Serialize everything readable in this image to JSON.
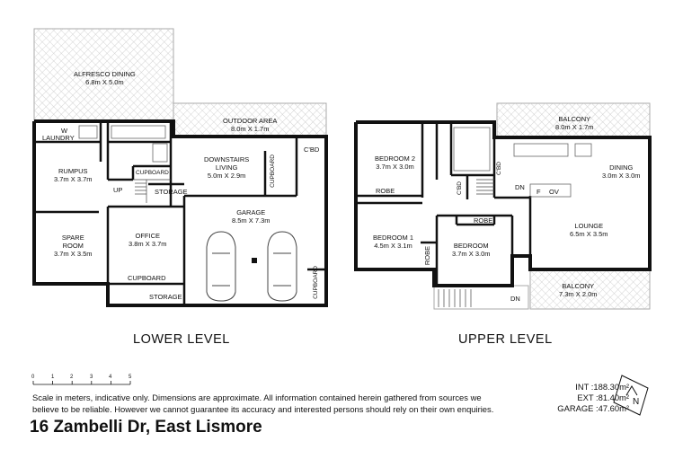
{
  "rooms": {
    "alfresco": {
      "name": "ALFRESCO DINING",
      "dim": "6.8m X 5.0m"
    },
    "outdoor": {
      "name": "OUTDOOR AREA",
      "dim": "8.0m X 1.7m"
    },
    "w": "W",
    "laundry": "LAUNDRY",
    "rumpus": {
      "name": "RUMPUS",
      "dim": "3.7m X 3.7m"
    },
    "cupboard_small": "CUPBOARD",
    "downstairs": {
      "name1": "DOWNSTAIRS",
      "name2": "LIVING",
      "dim": "5.0m X 2.9m"
    },
    "cupboard_vert": "CUPBOARD",
    "cbd_lower": "C'BD",
    "up": "UP",
    "storage_1": "STORAGE",
    "garage": {
      "name": "GARAGE",
      "dim": "8.5m X 7.3m"
    },
    "spare": {
      "name1": "SPARE",
      "name2": "ROOM",
      "dim": "3.7m X 3.5m"
    },
    "office": {
      "name": "OFFICE",
      "dim": "3.8m X 3.7m"
    },
    "cupboard_office": "CUPBOARD",
    "cupboard_garage": "CUPBOARD",
    "storage_2": "STORAGE",
    "bedroom2": {
      "name": "BEDROOM 2",
      "dim": "3.7m X 3.0m"
    },
    "robe_1": "ROBE",
    "cbd_upper_1": "C'BD",
    "cbd_upper_2": "C'BD",
    "dn_1": "DN",
    "balcony_top": {
      "name": "BALCONY",
      "dim": "8.0m X 1.7m"
    },
    "dining": {
      "name": "DINING",
      "dim": "3.0m X 3.0m"
    },
    "f": "F",
    "ov": "OV",
    "bedroom1": {
      "name": "BEDROOM 1",
      "dim": "4.5m X 3.1m"
    },
    "robe_2": "ROBE",
    "robe_3": "ROBE",
    "bedroom": {
      "name": "BEDROOM",
      "dim": "3.7m X 3.0m"
    },
    "lounge": {
      "name": "LOUNGE",
      "dim": "6.5m X 3.5m"
    },
    "balcony_bottom": {
      "name": "BALCONY",
      "dim": "7.3m X 2.0m"
    },
    "dn_2": "DN"
  },
  "levels": {
    "lower": "LOWER LEVEL",
    "upper": "UPPER LEVEL"
  },
  "scale": [
    "0",
    "1",
    "2",
    "3",
    "4",
    "5"
  ],
  "disclaimer": {
    "line1": "Scale in meters, indicative only. Dimensions are approximate. All information contained herein gathered from sources we",
    "line2": "believe to be reliable. However we cannot guarantee its accuracy and interested persons should rely on their own enquiries."
  },
  "address": "16 Zambelli Dr, East Lismore",
  "areas": {
    "int": "INT :188.30m²",
    "ext": "EXT :81.40m²",
    "garage": "GARAGE :47.60m²"
  },
  "north": "N"
}
